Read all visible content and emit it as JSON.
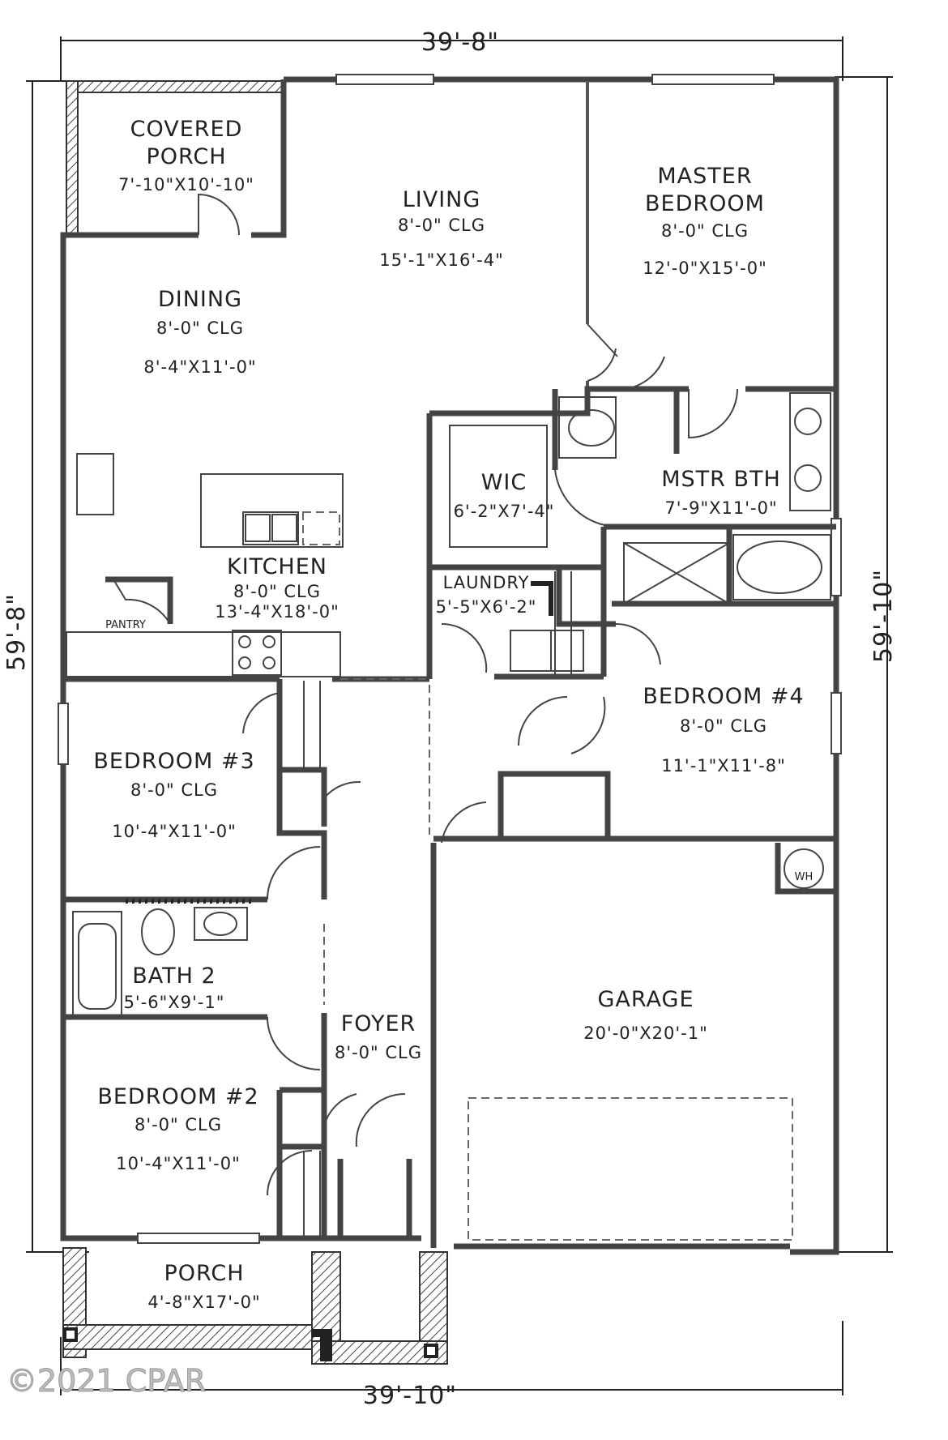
{
  "dimensions": {
    "top": "39'-8\"",
    "bottom": "39'-10\"",
    "left": "59'-8\"",
    "right": "59'-10\""
  },
  "rooms": {
    "covered_porch": {
      "name_line1": "COVERED",
      "name_line2": "PORCH",
      "size": "7'-10\"X10'-10\""
    },
    "living": {
      "name": "LIVING",
      "ceiling": "8'-0\" CLG",
      "size": "15'-1\"X16'-4\""
    },
    "master_bedroom": {
      "name_line1": "MASTER",
      "name_line2": "BEDROOM",
      "ceiling": "8'-0\" CLG",
      "size": "12'-0\"X15'-0\""
    },
    "dining": {
      "name": "DINING",
      "ceiling": "8'-0\" CLG",
      "size": "8'-4\"X11'-0\""
    },
    "wic": {
      "name": "WIC",
      "size": "6'-2\"X7'-4\""
    },
    "master_bath": {
      "name": "MSTR BTH",
      "size": "7'-9\"X11'-0\""
    },
    "kitchen": {
      "name": "KITCHEN",
      "ceiling": "8'-0\" CLG",
      "size": "13'-4\"X18'-0\""
    },
    "pantry": {
      "name": "PANTRY"
    },
    "laundry": {
      "name": "LAUNDRY",
      "size": "5'-5\"X6'-2\""
    },
    "bedroom4": {
      "name": "BEDROOM #4",
      "ceiling": "8'-0\" CLG",
      "size": "11'-1\"X11'-8\""
    },
    "bedroom3": {
      "name": "BEDROOM #3",
      "ceiling": "8'-0\" CLG",
      "size": "10'-4\"X11'-0\""
    },
    "water_heater": {
      "name": "WH"
    },
    "bath2": {
      "name": "BATH 2",
      "size": "5'-6\"X9'-1\""
    },
    "garage": {
      "name": "GARAGE",
      "size": "20'-0\"X20'-1\""
    },
    "foyer": {
      "name": "FOYER",
      "ceiling": "8'-0\" CLG"
    },
    "bedroom2": {
      "name": "BEDROOM #2",
      "ceiling": "8'-0\" CLG",
      "size": "10'-4\"X11'-0\""
    },
    "porch": {
      "name": "PORCH",
      "size": "4'-8\"X17'-0\""
    }
  },
  "watermark": "©2021 CPAR"
}
